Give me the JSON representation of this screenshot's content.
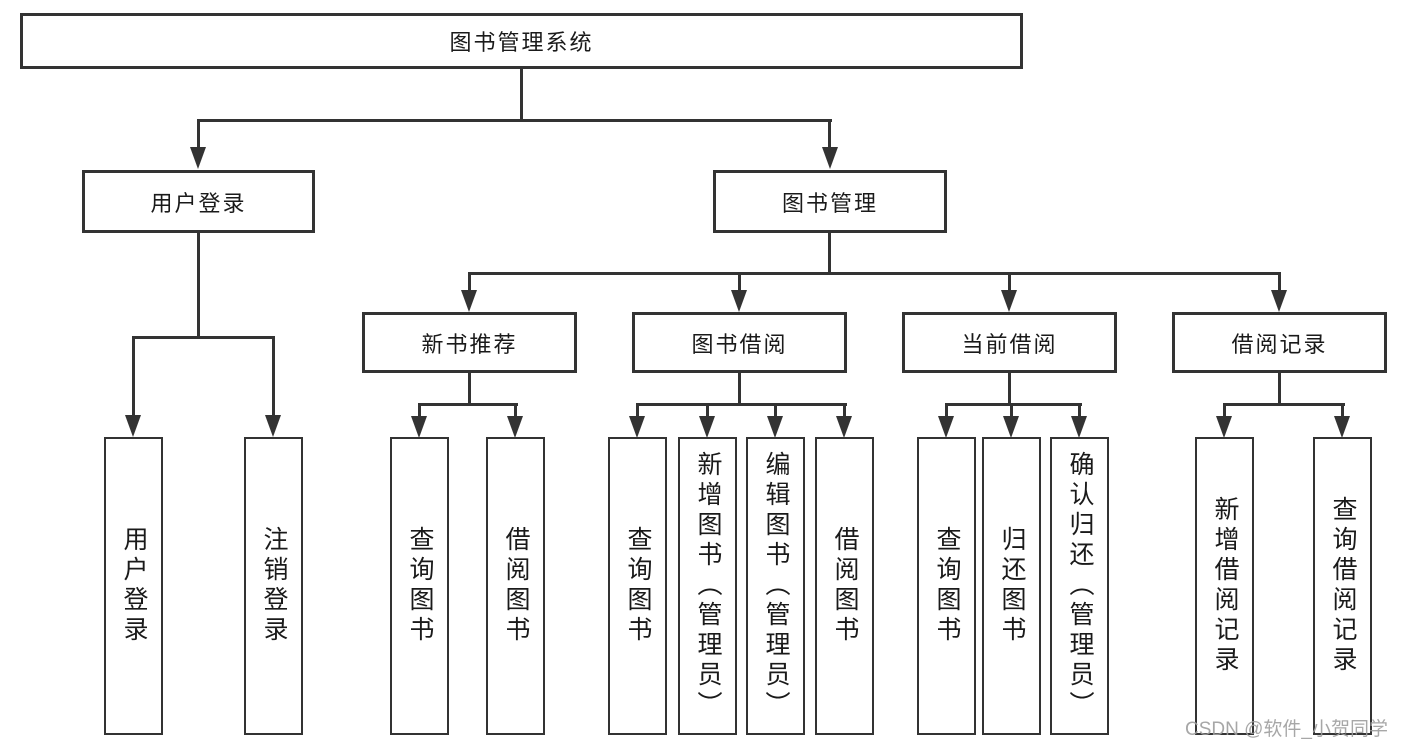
{
  "diagram": {
    "root": {
      "label": "图书管理系统"
    },
    "level2": {
      "user_login": {
        "label": "用户登录"
      },
      "book_management": {
        "label": "图书管理"
      }
    },
    "level3": {
      "new_book_recommend": {
        "label": "新书推荐",
        "parent": "图书管理"
      },
      "book_borrow": {
        "label": "图书借阅",
        "parent": "图书管理"
      },
      "current_borrow": {
        "label": "当前借阅",
        "parent": "图书管理"
      },
      "borrow_records": {
        "label": "借阅记录",
        "parent": "图书管理"
      }
    },
    "leaves": {
      "user_login_children": [
        "用户登录",
        "注销登录"
      ],
      "new_book_recommend_children": [
        "查询图书",
        "借阅图书"
      ],
      "book_borrow_children": [
        "查询图书",
        "新增图书（管理员）",
        "编辑图书（管理员）",
        "借阅图书"
      ],
      "current_borrow_children": [
        "查询图书",
        "归还图书",
        "确认归还（管理员）"
      ],
      "borrow_records_children": [
        "新增借阅记录",
        "查询借阅记录"
      ]
    },
    "watermark": "CSDN @软件_小贺同学",
    "colors": {
      "line": "#333333",
      "text": "#1a1a1a",
      "watermark": "#9e9e9e",
      "background": "#ffffff"
    }
  }
}
